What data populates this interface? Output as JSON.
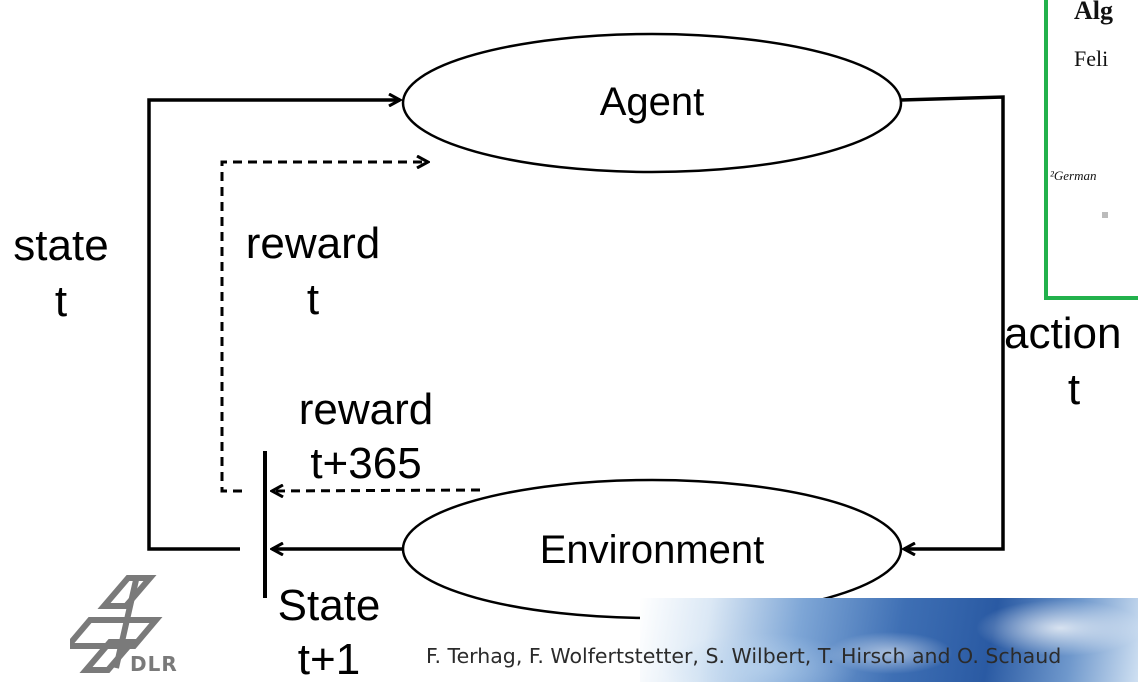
{
  "nodes": {
    "agent": "Agent",
    "environment": "Environment"
  },
  "labels": {
    "state_t": [
      "state",
      "t"
    ],
    "reward_t": [
      "reward",
      "t"
    ],
    "action_t": [
      "action",
      "t"
    ],
    "reward_t365": [
      "reward",
      "t+365"
    ],
    "state_t1": [
      "State",
      "t+1"
    ]
  },
  "paper": {
    "title_fragment": "Alg",
    "author_fragment": "Feli",
    "affiliation_fragment": "²German",
    "frame_color": "#22b14c"
  },
  "footer": {
    "authors": "F. Terhag, F. Wolfertstetter, S. Wilbert, T. Hirsch and O. Schaud",
    "logo_text": "DLR"
  }
}
